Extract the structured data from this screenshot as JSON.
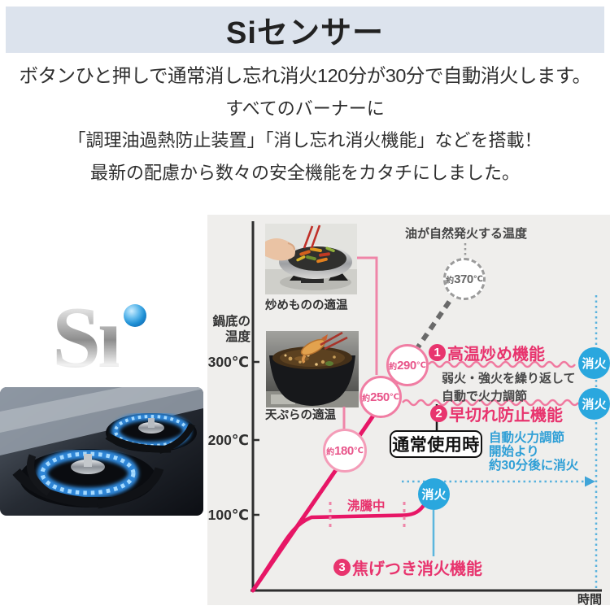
{
  "header": {
    "title": "Siセンサー"
  },
  "intro": {
    "lines": [
      "ボタンひと押しで通常消し忘れ消火120分が30分で自動消火します。",
      "すべてのバーナーに",
      "「調理油過熱防止装置」「消し忘れ消火機能」などを搭載！",
      "最新の配慮から数々の安全機能をカタチにしました。"
    ]
  },
  "logo": {
    "char1": "S",
    "char2": "ı"
  },
  "diagram": {
    "y_label_line1": "鍋底の",
    "y_label_line2": "温度",
    "ticks": [
      "300℃",
      "200℃",
      "100℃"
    ],
    "x_label": "時間",
    "oil_label": "油が自然発火する温度",
    "c370": {
      "p": "約",
      "v": "370",
      "u": "℃"
    },
    "c290": {
      "p": "約",
      "v": "290",
      "u": "℃"
    },
    "c250": {
      "p": "約",
      "v": "250",
      "u": "℃"
    },
    "c180": {
      "p": "約",
      "v": "180",
      "u": "℃"
    },
    "photo1_caption": "炒めものの適温",
    "photo2_caption": "天ぷらの適温",
    "f1": {
      "num": "1",
      "title": "高温炒め機能"
    },
    "f1_desc1": "弱火・強火を繰り返して",
    "f1_desc2": "自動で火力調節",
    "f2": {
      "num": "2",
      "title": "早切れ防止機能"
    },
    "f3": {
      "num": "3",
      "title": "焦げつき消火機能"
    },
    "usage_label": "通常使用時",
    "auto_off_line1": "自動火力調節",
    "auto_off_line2": "開始より",
    "auto_off_line3": "約30分後に消火",
    "boiling_label": "沸騰中",
    "extinguish_label": "消火",
    "colors": {
      "accent_pink": "#e8346e",
      "accent_blue": "#2aa7de",
      "curve_pink": "#e71666"
    }
  },
  "chart_data": {
    "type": "line",
    "title": "鍋底の温度と時間（Siセンサー安全機能の模式図）",
    "xlabel": "時間",
    "ylabel": "鍋底の温度",
    "y_ticks": [
      100,
      200,
      300
    ],
    "annotated_points_c": [
      100,
      180,
      250,
      290,
      370
    ],
    "annotations": [
      "油が自然発火する温度 約370℃",
      "❶高温炒め機能 約290℃で弱火・強火を繰り返して自動で火力調節 → 消火",
      "❷早切れ防止機能 約250℃ → 消火",
      "通常使用時：自動火力調節開始より約30分後に消火",
      "天ぷらの適温 約180℃ / 炒めものの適温 約250℃",
      "沸騰中 約100℃ ❸焦げつき消火機能 → 消火"
    ],
    "legend_position": "none",
    "grid": false
  }
}
